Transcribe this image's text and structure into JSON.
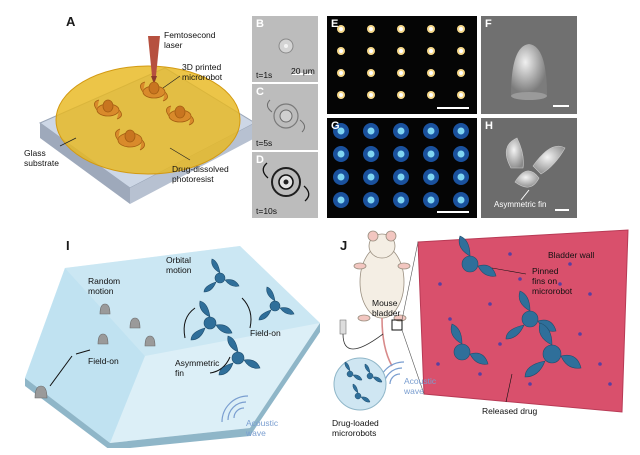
{
  "panels": {
    "A": {
      "label": "A",
      "femtosecond_laser": "Femtosecond\nlaser",
      "printed_microrobot": "3D printed\nmicrorobot",
      "glass_substrate": "Glass\nsubstrate",
      "photoresist": "Drug-dissolved\nphotoresist"
    },
    "B": {
      "label": "B",
      "time": "t=1s",
      "scale": "20 μm"
    },
    "C": {
      "label": "C",
      "time": "t=5s"
    },
    "D": {
      "label": "D",
      "time": "t=10s"
    },
    "E": {
      "label": "E"
    },
    "F": {
      "label": "F"
    },
    "G": {
      "label": "G"
    },
    "H": {
      "label": "H",
      "fin_label": "Asymmetric fin"
    },
    "I": {
      "label": "I",
      "random_motion": "Random\nmotion",
      "orbital_motion": "Orbital\nmotion",
      "field_on_left": "Field-on",
      "field_on_right": "Field-on",
      "asymmetric_fin": "Asymmetric\nfin",
      "acoustic_wave": "Acoustic\nwave"
    },
    "J": {
      "label": "J",
      "bladder_wall": "Bladder wall",
      "pinned_fins": "Pinned\nfins on\nmicrorobot",
      "mouse_bladder": "Mouse\nbladder",
      "acoustic_wave": "Acoustic\nwave",
      "released_drug": "Released drug",
      "drug_loaded": "Drug-loaded\nmicrorobots"
    }
  },
  "colors": {
    "orange": "#d98a2b",
    "photoresist_yellow": "#e8b820",
    "robot_blue": "#2f6f9a",
    "bladder_pink": "#d9506c",
    "surface_blue": "#bfe1ee",
    "acoustic_blue": "#7a9ed0"
  }
}
